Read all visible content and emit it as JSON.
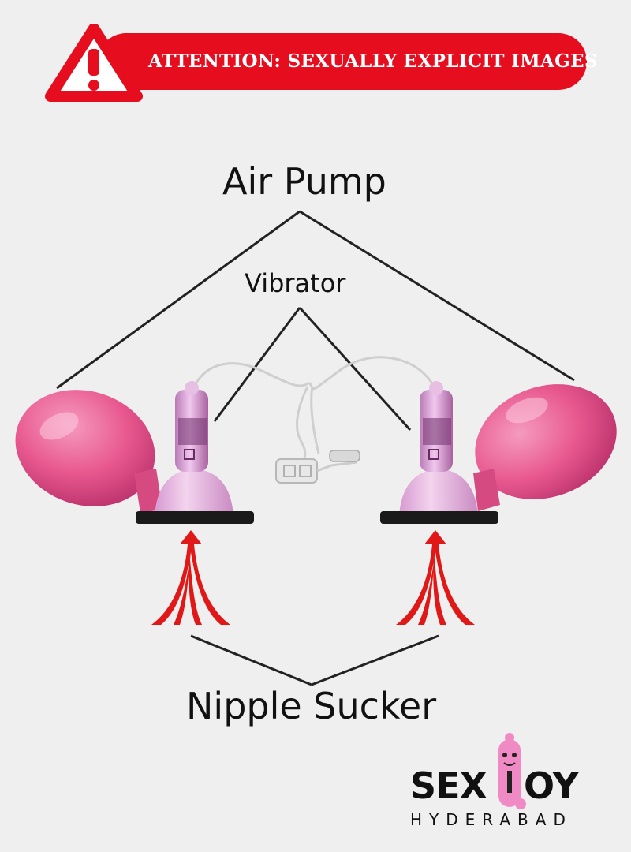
{
  "warning": {
    "text": "ATTENTION: SEXUALLY EXPLICIT IMAGES",
    "icon": "warning-triangle-icon",
    "color": "#e60d1f"
  },
  "labels": {
    "air_pump": "Air Pump",
    "vibrator": "Vibrator",
    "nipple_sucker": "Nipple Sucker"
  },
  "logo": {
    "wordmark_left": "SEX",
    "wordmark_right": "OY",
    "subtitle": "HYDERABAD",
    "mascot_icon": "pink-mascot-icon"
  },
  "colors": {
    "bulb": "#e8588f",
    "cup": "#e9b8dc",
    "arrows": "#e01818"
  }
}
